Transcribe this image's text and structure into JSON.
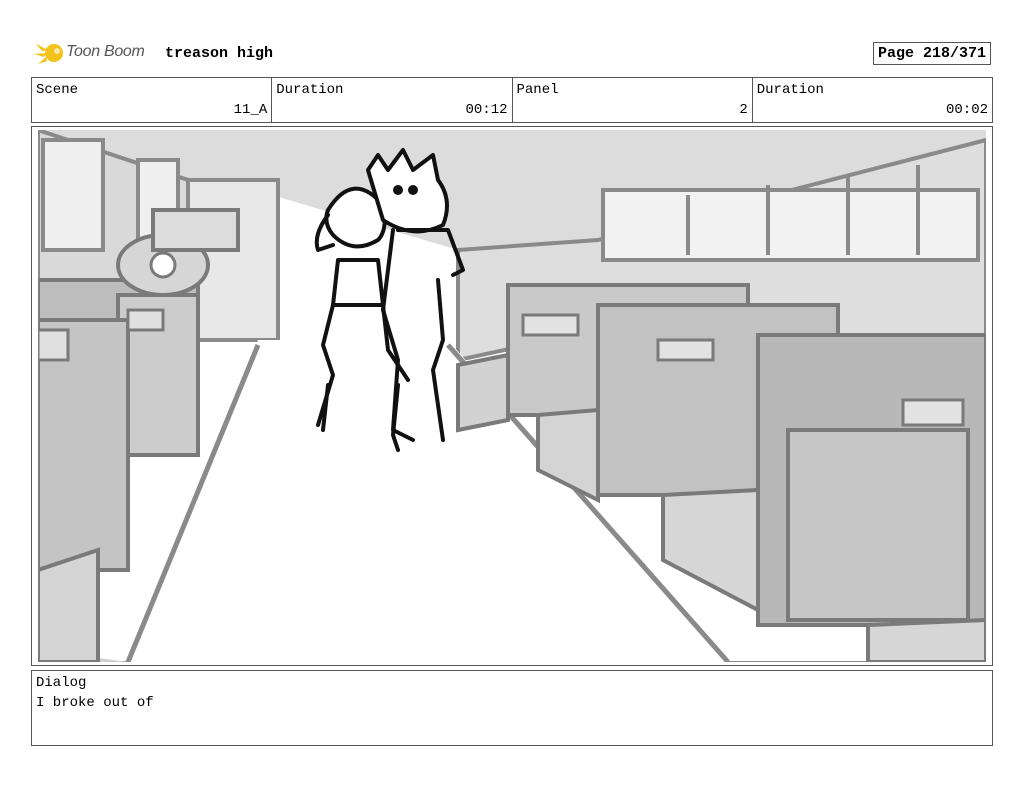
{
  "header": {
    "logo_text": "Toon Boom",
    "project_title": "treason high",
    "page": "Page 218/371"
  },
  "info": {
    "scene_label": "Scene",
    "scene_value": "11_A",
    "scene_duration_label": "Duration",
    "scene_duration_value": "00:12",
    "panel_label": "Panel",
    "panel_value": "2",
    "panel_duration_label": "Duration",
    "panel_duration_value": "00:02"
  },
  "panel_image": {
    "icon": "storyboard-sketch-bus-interior"
  },
  "dialog": {
    "label": "Dialog",
    "text": "I broke out of"
  }
}
